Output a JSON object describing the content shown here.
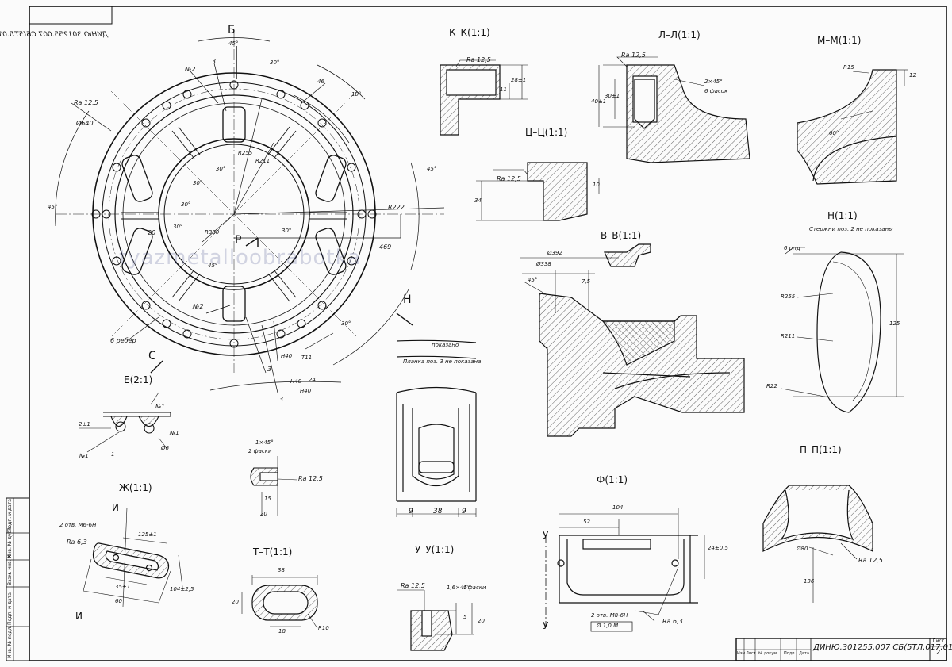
{
  "drawing": {
    "code_top": "ДИНЮ.301255.007 СБ(5ТЛ.017.016)",
    "code_title": "ДИНЮ.301255.007 СБ(5ТЛ.017.016)",
    "watermark": "tyazmetalloobrabotka",
    "sheet_label": "Лист",
    "sheet_number": "2",
    "frame_cells": [
      "Изм",
      "Лист",
      "№ докум.",
      "Подп.",
      "Дата"
    ],
    "side_stamp": [
      "Подп. и дата",
      "Инв. № дубл.",
      "Взам. инв. №",
      "Подп. и дата",
      "Инв. № подл."
    ]
  },
  "main_view": {
    "label_B": "Б",
    "label_C": "С",
    "label_H": "Н",
    "label_P": "Р",
    "dims": {
      "d640": "Ø640",
      "ra125": "Ra 12,5",
      "a45_top": "45°",
      "a45_left": "45°",
      "a45_right": "45°",
      "a45_bottom": "45°",
      "a30_1": "30°",
      "a30_2": "30°",
      "a30_3": "30°",
      "a30_4": "30°",
      "a30_5": "30°",
      "a30_6": "30°",
      "a30_7": "30°",
      "a10": "10°",
      "d46": "46",
      "r222": "R222",
      "r255": "R255",
      "r211": "R211",
      "r300": "R300",
      "d469": "469",
      "d20": "20",
      "pos2a": "№2",
      "pos2b": "№2",
      "pos3a": "3",
      "pos3b": "3",
      "pos3c": "3",
      "ribs": "6 ребер",
      "h40a": "Н40",
      "h40b": "Н40",
      "h40c": "Н40",
      "t11": "Т11",
      "p24": "24"
    }
  },
  "sections": {
    "kk": {
      "title": "К–К(1:1)",
      "ra": "Ra 12,5",
      "d1": "28±1",
      "d2": "11"
    },
    "ll": {
      "title": "Л–Л(1:1)",
      "ra": "Ra 12,5",
      "d1": "40±1",
      "d2": "30±1",
      "ch": "2×45°",
      "ch2": "6 фасок"
    },
    "mm": {
      "title": "М–М(1:1)",
      "r15": "R15",
      "d12": "12",
      "a60": "60°"
    },
    "cc": {
      "title": "Ц–Ц(1:1)",
      "ra": "Ra 12,5",
      "d1": "34",
      "d2": "10"
    },
    "vv": {
      "title": "В–В(1:1)",
      "d392": "Ø392",
      "d338": "Ø338",
      "a45": "45°",
      "d75": "7,5"
    },
    "nn": {
      "title": "Н(1:1)",
      "note": "Стержни поз. 2 не показаны",
      "fr": "6 рпд",
      "r255": "R255",
      "r211": "R211",
      "r22": "R22",
      "d125": "125"
    },
    "note_c": {
      "t1": "показано",
      "t2": "Планка поз. 3 не показана"
    },
    "ee": {
      "title": "Е(2:1)",
      "n1": "№1",
      "n2": "№1",
      "n3": "№1",
      "d6": "Ø6",
      "d21": "2±1",
      "d12": "1"
    },
    "zh": {
      "title": "Ж(1:1)",
      "holes": "2 отв. М6-6Н",
      "ra": "Ra 6,3",
      "d125": "125±1",
      "d35": "35±1",
      "d60": "60",
      "d104": "104±2,5",
      "cut": "И"
    },
    "hole_detail": {
      "ch": "1×45°",
      "fa": "2 фаски",
      "ra": "Ra 12,5",
      "d15": "15",
      "d20": "20"
    },
    "tt": {
      "title": "Т–Т(1:1)",
      "d38": "38",
      "d20": "20",
      "d18": "18",
      "r10": "R10"
    },
    "yy": {
      "title": "У–У(1:1)",
      "ra": "Ra 12,5",
      "ch": "1,6×45°",
      "fa": "4 фаски",
      "d5": "5",
      "d20": "20"
    },
    "front": {
      "d9a": "9",
      "d38": "38",
      "d9b": "9"
    },
    "ff": {
      "title": "Ф(1:1)",
      "d104": "104",
      "d52": "52",
      "d24": "24±0,5",
      "holes": "2 отв. М8-6Н",
      "tol": "Ø 1,0 М",
      "ra": "Ra 6,3",
      "cut": "У"
    },
    "pp": {
      "title": "П–П(1:1)",
      "d80": "Ø80",
      "d136": "136",
      "ra": "Ra 12,5"
    }
  }
}
